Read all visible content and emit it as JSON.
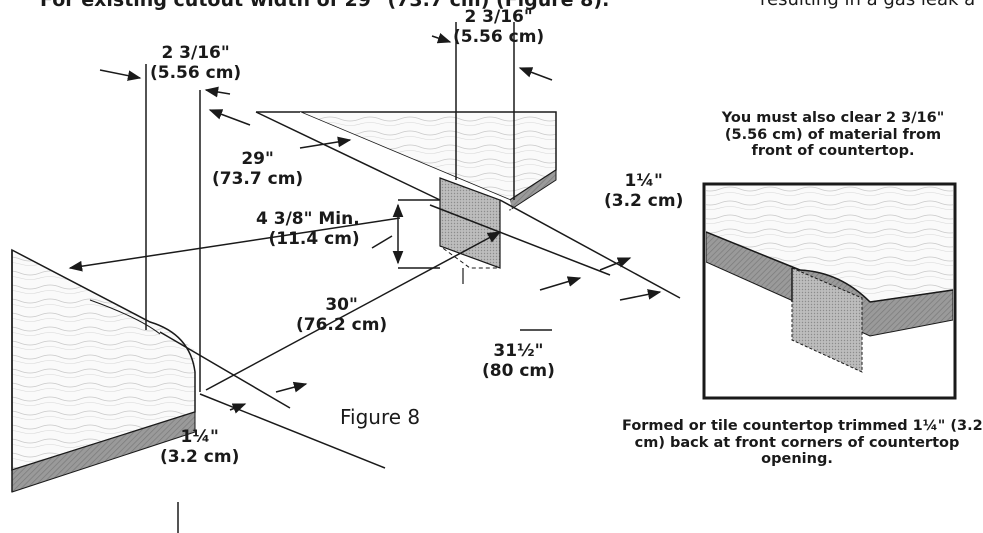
{
  "top_text": {
    "left": "For existing cutout width of 29\" (73.7 cm) (Figure 8).",
    "right": "resulting in a gas leak a"
  },
  "dims": {
    "d1": [
      "2 3/16\"",
      "(5.56 cm)"
    ],
    "d2": [
      "2 3/16\"",
      "(5.56 cm)"
    ],
    "d3": [
      "29\"",
      "(73.7 cm)"
    ],
    "d4": [
      "4 3/8\" Min.",
      "(11.4 cm)"
    ],
    "d5": [
      "30\"",
      "(76.2 cm)"
    ],
    "d6": [
      "1¼\"",
      "(3.2 cm)"
    ],
    "d7": [
      "31½\"",
      "(80 cm)"
    ],
    "d8": [
      "1¼\"",
      "(3.2 cm)"
    ]
  },
  "figure_label": "Figure 8",
  "inset_note_top": [
    "You must also clear 2 3/16\"",
    "(5.56 cm) of material from",
    "front of countertop."
  ],
  "inset_note_bottom": [
    "Formed or tile countertop trimmed 1¼\" (3.2",
    "cm) back at front corners of countertop",
    "opening."
  ]
}
